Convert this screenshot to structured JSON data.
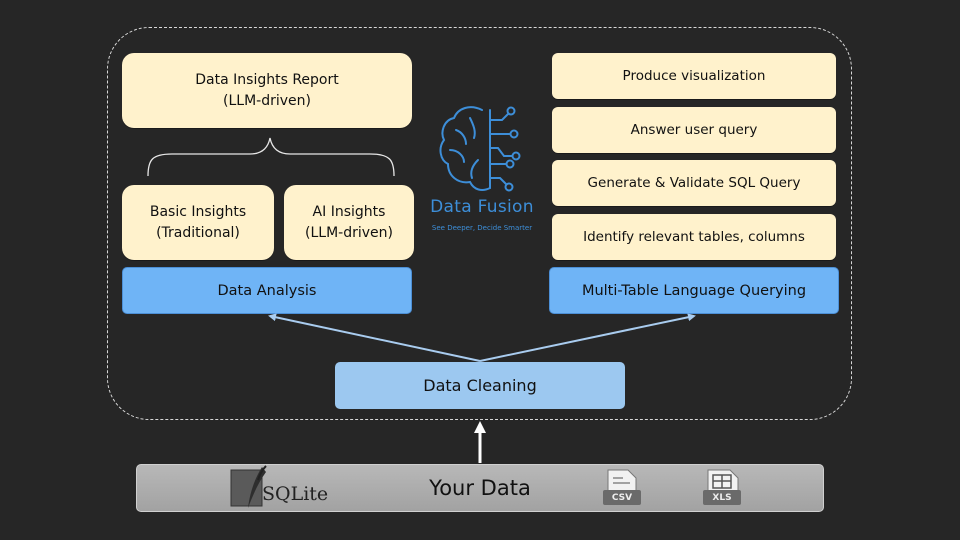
{
  "diagram": {
    "report": {
      "line1": "Data Insights Report",
      "line2": "(LLM-driven)"
    },
    "basic_insights": {
      "line1": "Basic Insights",
      "line2": "(Traditional)"
    },
    "ai_insights": {
      "line1": "AI Insights",
      "line2": "(LLM-driven)"
    },
    "data_analysis": "Data Analysis",
    "query_steps": [
      "Produce visualization",
      "Answer user query",
      "Generate & Validate SQL Query",
      "Identify relevant tables, columns"
    ],
    "multi_table": "Multi-Table Language Querying",
    "data_cleaning": "Data Cleaning",
    "your_data": "Your Data",
    "logo": {
      "name": "Data Fusion",
      "tagline": "See Deeper, Decide Smarter"
    },
    "sources": {
      "sqlite": "SQLite",
      "csv": "CSV",
      "xls": "XLS"
    }
  },
  "colors": {
    "background": "#262626",
    "card": "#fff2cc",
    "stage": "#6fb4f6",
    "cleaning": "#9cc8f0",
    "logo": "#3d8ed8",
    "arrow": "#a9ccef"
  }
}
